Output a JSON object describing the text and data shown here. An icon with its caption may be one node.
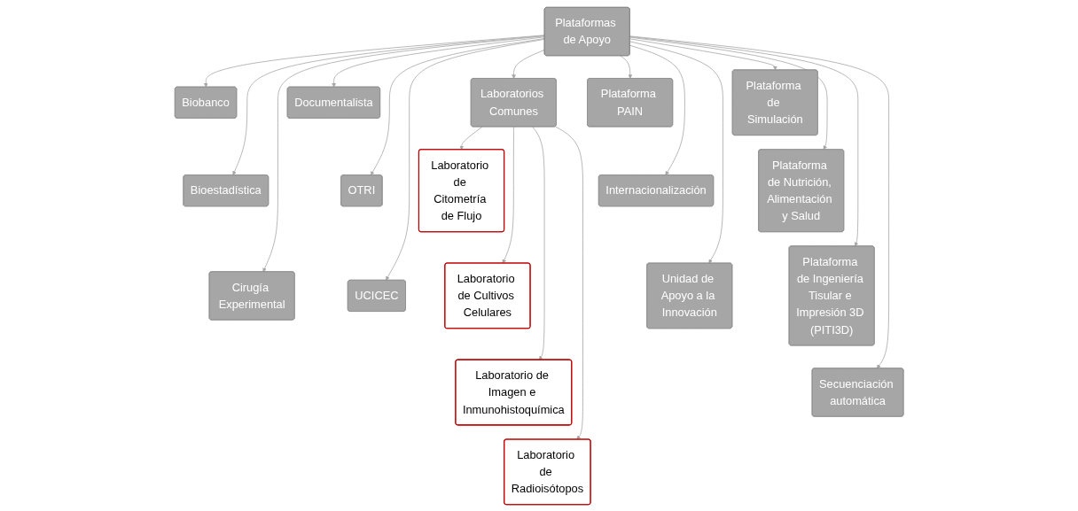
{
  "diagram": {
    "nodes": [
      {
        "text": [
          "Plataformas de Apoyo"
        ]
      },
      {
        "text": [
          "Biobanco"
        ]
      },
      {
        "text": [
          "Bioestadística"
        ]
      },
      {
        "text": [
          "Cirugía Experimental"
        ]
      },
      {
        "text": [
          "Documentalista"
        ]
      },
      {
        "text": [
          "OTRI"
        ]
      },
      {
        "text": [
          "UCICEC"
        ]
      },
      {
        "text": [
          "Laboratorios Comunes"
        ]
      },
      {
        "text": [
          "Laboratorio de Citometría de Flujo"
        ]
      },
      {
        "text": [
          "Laboratorio de Cultivos Celulares"
        ]
      },
      {
        "text": [
          "Laboratorio de Imagen e Inmunohistoquímica"
        ]
      },
      {
        "text": [
          "Laboratorio de Radioisótopos"
        ]
      },
      {
        "text": [
          "Plataforma PAIN"
        ]
      },
      {
        "text": [
          "Internacionalización"
        ]
      },
      {
        "text": [
          "Unidad de Apoyo a la Innovación"
        ]
      },
      {
        "text": [
          "Plataforma de Simulación"
        ]
      },
      {
        "text": [
          "Plataforma de Nutrición, Alimentación y Salud"
        ]
      },
      {
        "text": [
          "Plataforma de Ingeniería Tisular e Impresión 3D (PITI3D)"
        ]
      },
      {
        "text": [
          "Secuenciación automática"
        ]
      }
    ],
    "edges": [
      {
        "from": 0,
        "to": 1,
        "arrow": "to"
      },
      {
        "from": 0,
        "to": 2,
        "arrow": "to"
      },
      {
        "from": 0,
        "to": 3,
        "arrow": "to"
      },
      {
        "from": 0,
        "to": 4,
        "arrow": "to"
      },
      {
        "from": 0,
        "to": 5,
        "arrow": "to"
      },
      {
        "from": 0,
        "to": 6,
        "arrow": "to"
      },
      {
        "from": 0,
        "to": 7,
        "arrow": "to"
      },
      {
        "from": 7,
        "to": 8,
        "arrow": "to"
      },
      {
        "from": 7,
        "to": 9,
        "arrow": "to"
      },
      {
        "from": 7,
        "to": 10,
        "arrow": "to"
      },
      {
        "from": 7,
        "to": 11,
        "arrow": "to"
      },
      {
        "from": 0,
        "to": 12,
        "arrow": "to"
      },
      {
        "from": 0,
        "to": 13,
        "arrow": "to"
      },
      {
        "from": 0,
        "to": 14,
        "arrow": "to"
      },
      {
        "from": 0,
        "to": 15,
        "arrow": "to"
      },
      {
        "from": 0,
        "to": 16,
        "arrow": "to"
      },
      {
        "from": 0,
        "to": 17,
        "arrow": "to"
      },
      {
        "from": 0,
        "to": 18,
        "arrow": "to"
      }
    ]
  }
}
